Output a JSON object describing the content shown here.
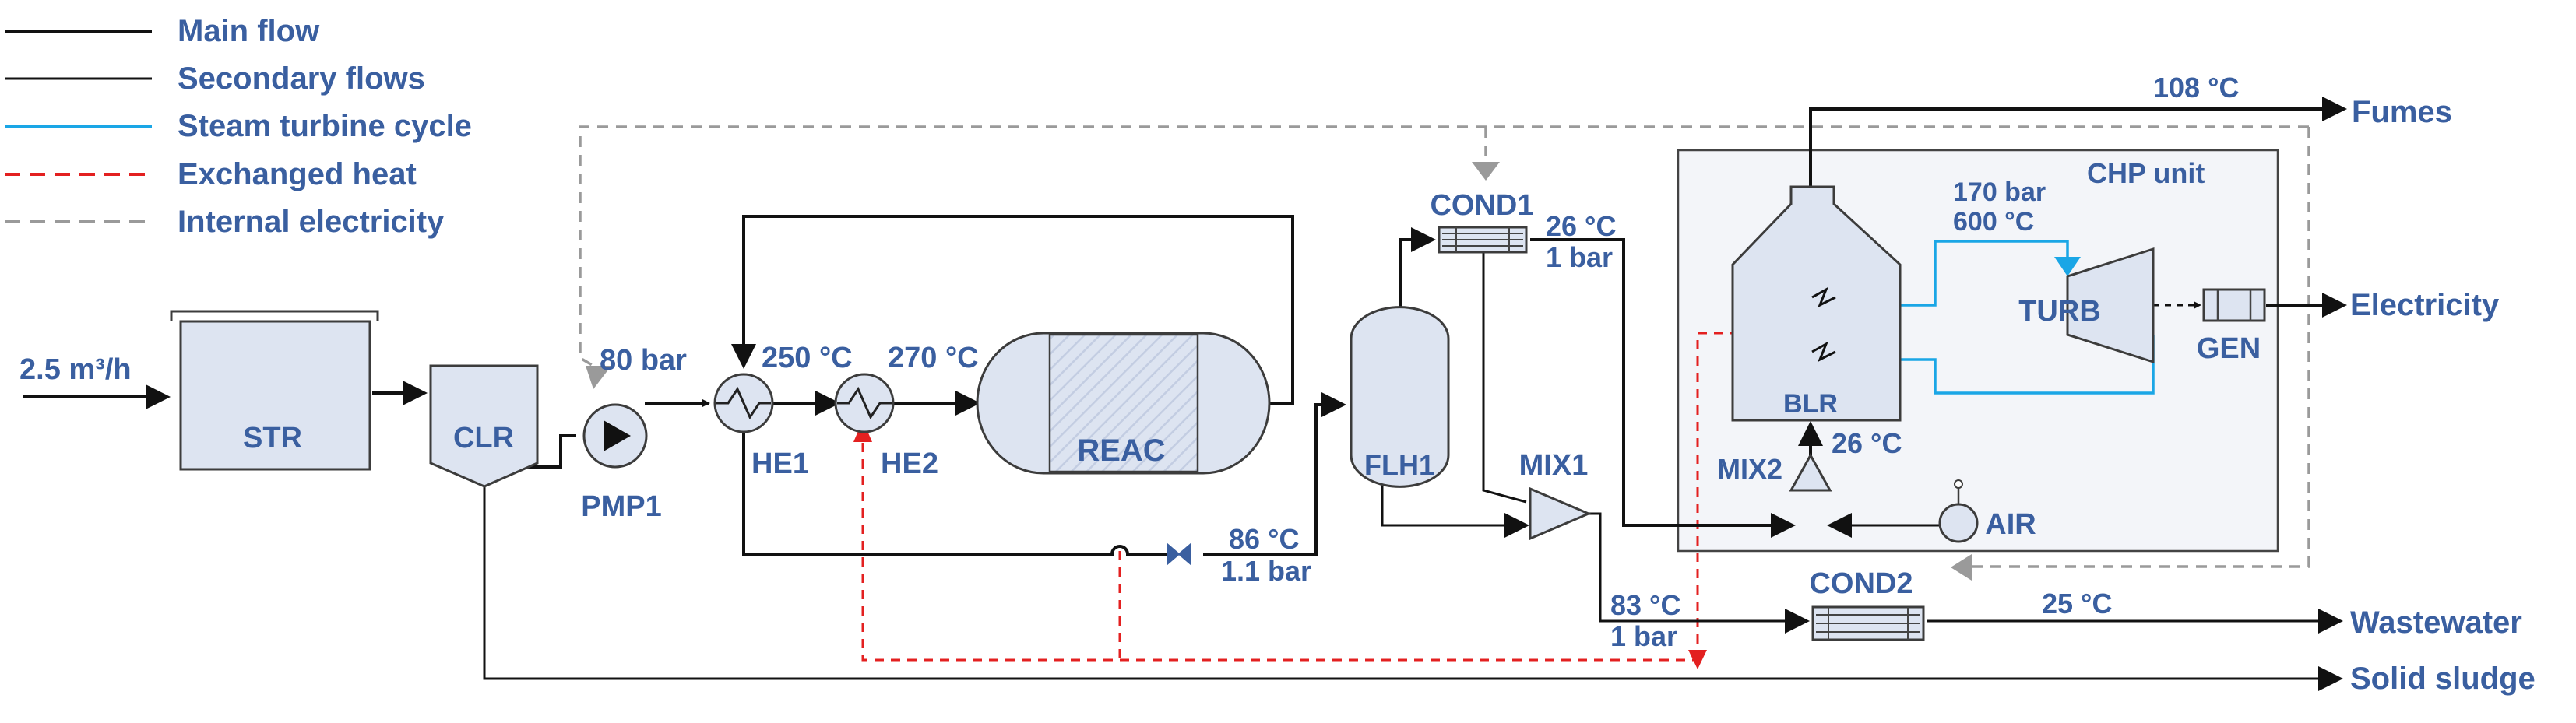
{
  "legend": {
    "main_flow": "Main flow",
    "secondary_flows": "Secondary flows",
    "steam_turbine_cycle": "Steam turbine cycle",
    "exchanged_heat": "Exchanged heat",
    "internal_electricity": "Internal electricity"
  },
  "inputs": {
    "feed": "2.5 m³/h"
  },
  "equipment": {
    "str": "STR",
    "clr": "CLR",
    "pmp1": "PMP1",
    "he1": "HE1",
    "he2": "HE2",
    "reac": "REAC",
    "flh1": "FLH1",
    "cond1": "COND1",
    "mix1": "MIX1",
    "mix2": "MIX2",
    "cond2": "COND2",
    "blr": "BLR",
    "turb": "TURB",
    "gen": "GEN",
    "air": "AIR",
    "chp_unit": "CHP unit"
  },
  "conditions": {
    "pump_pressure": "80 bar",
    "he1_temp": "250 °C",
    "he2_temp": "270 °C",
    "valve_temp": "86 °C",
    "valve_pressure": "1.1 bar",
    "cond1_temp": "26 °C",
    "cond1_pressure": "1 bar",
    "mix1_temp": "83 °C",
    "mix1_pressure": "1 bar",
    "mix2_temp": "26 °C",
    "fumes_temp": "108 °C",
    "steam_pressure": "170 bar",
    "steam_temp": "600 °C",
    "wastewater_temp": "25 °C"
  },
  "outputs": {
    "fumes": "Fumes",
    "electricity": "Electricity",
    "wastewater": "Wastewater",
    "solid_sludge": "Solid sludge"
  },
  "colors": {
    "main_flow": "#111111",
    "steam": "#1aa6e6",
    "heat": "#e32020",
    "electricity": "#9a9a9a",
    "label": "#3a5fa0",
    "equipment_fill": "#dde4f1"
  }
}
